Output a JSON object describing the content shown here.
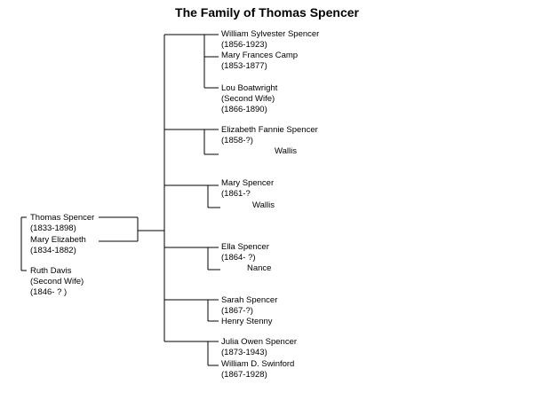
{
  "title": "The Family of Thomas Spencer",
  "parents": {
    "father_name": "Thomas Spencer",
    "father_dates": "(1833-1898)",
    "wife1_name": "Mary Elizabeth",
    "wife1_dates": "(1834-1882)",
    "wife2_name": "Ruth Davis",
    "wife2_note": "(Second Wife)",
    "wife2_dates": "(1846- ? )"
  },
  "children": [
    {
      "name": "William Sylvester Spencer",
      "dates": "(1856-1923)",
      "spouse1_name": "Mary Frances Camp",
      "spouse1_dates": "(1853-1877)",
      "spouse2_name": "Lou Boatwright",
      "spouse2_note": "(Second Wife)",
      "spouse2_dates": "(1866-1890)"
    },
    {
      "name": "Elizabeth Fannie Spencer",
      "dates": "(1858-?)",
      "spouse_name": "Wallis"
    },
    {
      "name": "Mary Spencer",
      "dates": "(1861-?",
      "spouse_name": "Wallis"
    },
    {
      "name": "Ella Spencer",
      "dates": "(1864- ?)",
      "spouse_name": "Nance"
    },
    {
      "name": "Sarah Spencer",
      "dates": "(1867-?)",
      "spouse_name": "Henry Stenny"
    },
    {
      "name": "Julia Owen Spencer",
      "dates": "(1873-1943)",
      "spouse_name": "William D. Swinford",
      "spouse_dates": "(1867-1928)"
    }
  ]
}
